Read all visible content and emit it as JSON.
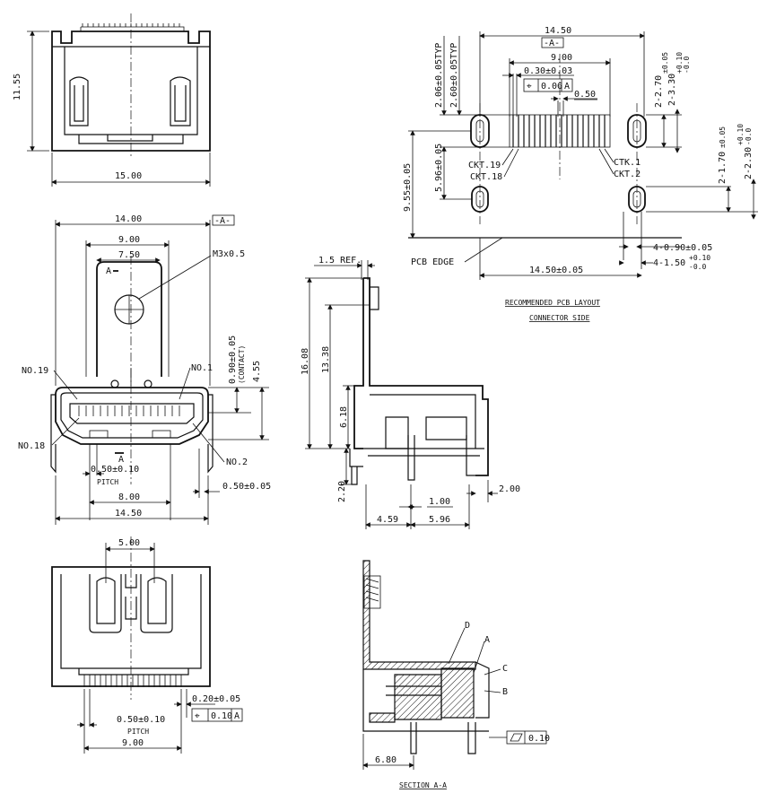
{
  "views": {
    "top": {
      "dim_height": "11.55",
      "dim_width": "15.00"
    },
    "front": {
      "dim_14": "14.00",
      "datum_box": "-A-",
      "dim_9": "9.00",
      "dim_750": "7.50",
      "section_cut": "A",
      "screw": "M3x0.5",
      "no19": "NO.19",
      "no1": "NO.1",
      "no18": "NO.18",
      "no2": "NO.2",
      "contact_dim": "0.90±0.05",
      "contact_note": "(CONTACT)",
      "dim_455": "4.55",
      "pitch_dim": "0.50±0.10",
      "pitch_label": "PITCH",
      "dim_8": "8.00",
      "dim_1450": "14.50",
      "dim_050": "0.50±0.05"
    },
    "side": {
      "ref": "1.5 REF.",
      "dim_1608": "16.08",
      "dim_1338": "13.38",
      "dim_618": "6.18",
      "dim_220": "2.20",
      "dim_100": "1.00",
      "dim_200": "2.00",
      "dim_459": "4.59",
      "dim_596": "5.96"
    },
    "bottom": {
      "dim_5": "5.00",
      "dim_020": "0.20±0.05",
      "tol_symbol": "⌖",
      "tol_value": "0.10",
      "tol_datum": "A",
      "pitch_dim": "0.50±0.10",
      "pitch_label": "PITCH",
      "dim_9": "9.00"
    },
    "pcb": {
      "dim_1450": "14.50",
      "datum_box": "-A-",
      "dim_9": "9.00",
      "pad_dim": "0.30±0.03",
      "pos_symbol": "⌖",
      "pos_value": "0.06",
      "pos_datum": "A",
      "dim_050": "0.50",
      "typ1": "2.06±0.05TYP",
      "typ2": "2.60±0.05TYP",
      "r_270": "2-2.70",
      "r_270_tol": "±0.05",
      "r_330": "2-3.30",
      "r_330_tol_top": "+0.10",
      "r_330_tol_bot": "-0.0",
      "r_170": "2-1.70",
      "r_170_tol": "±0.05",
      "r_230": "2-2.30",
      "r_230_tol_top": "+0.10",
      "r_230_tol_bot": "-0.0",
      "dim_596": "5.96±0.05",
      "dim_955": "9.55±0.05",
      "ckt19": "CKT.19",
      "ckt18": "CKT.18",
      "ctk1": "CTK.1",
      "ckt2": "CKT.2",
      "r_090": "4-0.90±0.05",
      "r_150": "4-1.50",
      "r_150_tol_top": "+0.10",
      "r_150_tol_bot": "-0.0",
      "pcb_edge": "PCB EDGE",
      "dim_bottom": "14.50±0.05",
      "title1": "RECOMMENDED PCB LAYOUT",
      "title2": "CONNECTOR SIDE"
    },
    "section": {
      "D": "D",
      "A": "A",
      "C": "C",
      "B": "B",
      "flat_value": "0.10",
      "dim_680": "6.80",
      "title": "SECTION A-A"
    }
  }
}
